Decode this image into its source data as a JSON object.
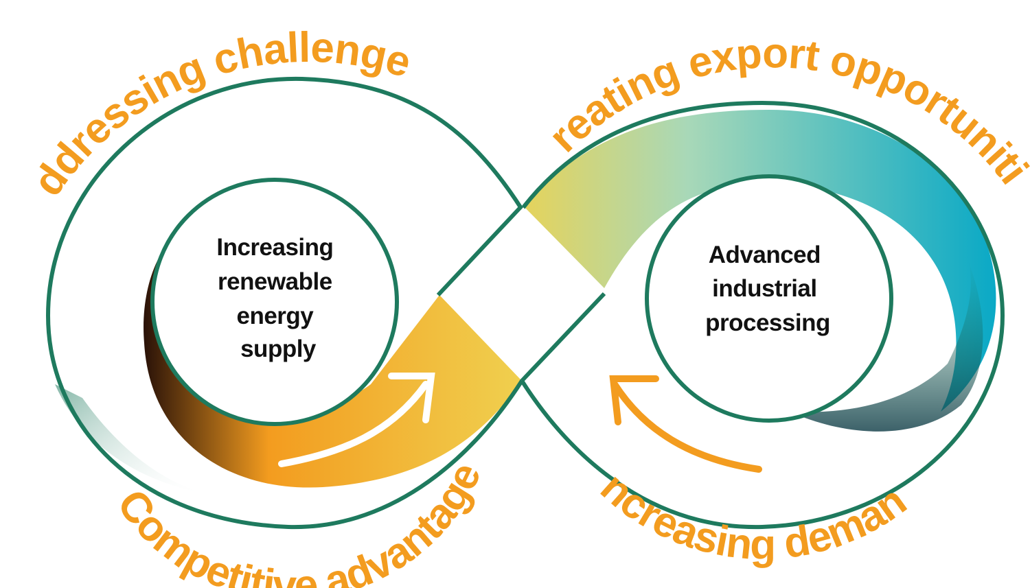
{
  "colors": {
    "outline": "#1e7a5e",
    "label_orange": "#f39c1f",
    "node_text": "#111111",
    "left_band": [
      "#2a1208",
      "#f39c1f",
      "#f0d04f"
    ],
    "right_band": [
      "#e6d35a",
      "#a8d8b8",
      "#0aa9c6"
    ],
    "arrow_left": "#ffffff",
    "arrow_right": "#f39c1f"
  },
  "arc_labels": {
    "top_left": "Addressing challenges",
    "top_right": "Creating export opportunities",
    "bottom_left": "Competitive advantage",
    "bottom_right": "Increasing demand"
  },
  "nodes": {
    "left": {
      "lines": [
        "Increasing",
        "renewable",
        "energy",
        "supply"
      ]
    },
    "right": {
      "lines": [
        "Advanced",
        "industrial",
        "processing"
      ]
    }
  },
  "icons": {
    "left_arrow": "curved-arrow-up-right-icon",
    "right_arrow": "curved-arrow-up-left-icon"
  }
}
